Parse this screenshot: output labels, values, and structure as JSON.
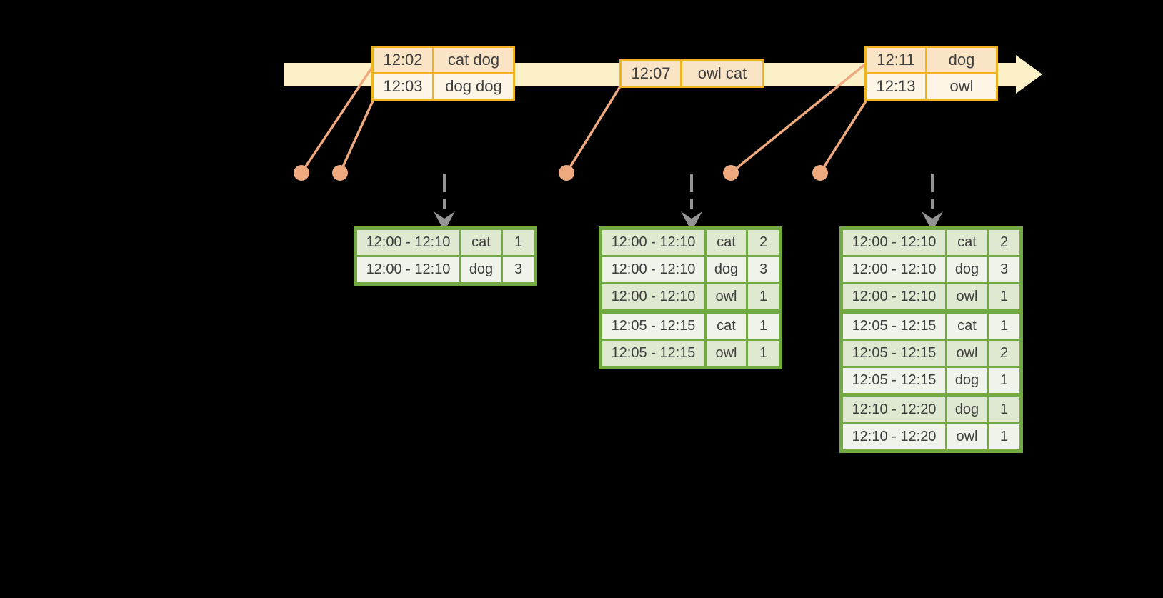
{
  "diagram": {
    "kind": "streaming-windowed-word-count-timeline"
  },
  "colors": {
    "background": "#000000",
    "timeline_band": "#fcf0c8",
    "event_table_border": "#eeb41e",
    "event_row_peach": "#fae4c6",
    "event_row_cream": "#fdf5e5",
    "connector_salmon": "#efa97e",
    "result_table_border": "#73a942",
    "result_row_green_tint": "#dfe9d2",
    "result_row_light": "#eff3ea",
    "trigger_arrow_gray": "#949494",
    "text": "#3e3e3e"
  },
  "timeline": {
    "event_tables": [
      {
        "rows": [
          {
            "time": "12:02",
            "words": "cat dog"
          },
          {
            "time": "12:03",
            "words": "dog dog"
          }
        ]
      },
      {
        "rows": [
          {
            "time": "12:07",
            "words": "owl cat"
          }
        ]
      },
      {
        "rows": [
          {
            "time": "12:11",
            "words": "dog"
          },
          {
            "time": "12:13",
            "words": "owl"
          }
        ]
      }
    ]
  },
  "result_tables": [
    {
      "rows": [
        {
          "window": "12:00 - 12:10",
          "word": "cat",
          "count": "1"
        },
        {
          "window": "12:00 - 12:10",
          "word": "dog",
          "count": "3"
        }
      ]
    },
    {
      "rows": [
        {
          "window": "12:00 - 12:10",
          "word": "cat",
          "count": "2"
        },
        {
          "window": "12:00 - 12:10",
          "word": "dog",
          "count": "3"
        },
        {
          "window": "12:00 - 12:10",
          "word": "owl",
          "count": "1"
        },
        {
          "window": "12:05 - 12:15",
          "word": "cat",
          "count": "1"
        },
        {
          "window": "12:05 - 12:15",
          "word": "owl",
          "count": "1"
        }
      ]
    },
    {
      "rows": [
        {
          "window": "12:00 - 12:10",
          "word": "cat",
          "count": "2"
        },
        {
          "window": "12:00 - 12:10",
          "word": "dog",
          "count": "3"
        },
        {
          "window": "12:00 - 12:10",
          "word": "owl",
          "count": "1"
        },
        {
          "window": "12:05 - 12:15",
          "word": "cat",
          "count": "1"
        },
        {
          "window": "12:05 - 12:15",
          "word": "owl",
          "count": "2"
        },
        {
          "window": "12:05 - 12:15",
          "word": "dog",
          "count": "1"
        },
        {
          "window": "12:10 - 12:20",
          "word": "dog",
          "count": "1"
        },
        {
          "window": "12:10 - 12:20",
          "word": "owl",
          "count": "1"
        }
      ]
    }
  ]
}
